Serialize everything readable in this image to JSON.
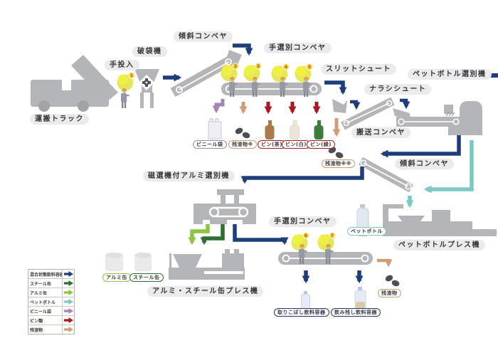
{
  "colors": {
    "navy": "#1e3d7d",
    "dark_green": "#2e7031",
    "light_green": "#8cc63f",
    "teal": "#7cc9c1",
    "purple": "#9f87b8",
    "dark_red": "#a81a20",
    "tan": "#cf9e74",
    "machine_gray": "#b4b5b8",
    "worker_yellow": "#e5e75b",
    "label_bubble_gray": "#ebebed"
  },
  "machine_labels": [
    {
      "id": "transport-truck",
      "text": "運搬トラック"
    },
    {
      "id": "manual-feed",
      "text": "手投入"
    },
    {
      "id": "bag-breaker",
      "text": "破袋機"
    },
    {
      "id": "inclined-conveyor-1",
      "text": "傾斜コンベヤ"
    },
    {
      "id": "hand-sorting-conveyor-1",
      "text": "手選別コンベヤ"
    },
    {
      "id": "slit-chute",
      "text": "スリットシュート"
    },
    {
      "id": "narashi-chute",
      "text": "ナラシシュート"
    },
    {
      "id": "pet-bottle-sorter",
      "text": "ペットボトル選別機"
    },
    {
      "id": "transfer-conveyor",
      "text": "搬送コンベヤ"
    },
    {
      "id": "inclined-conveyor-2",
      "text": "傾斜コンベヤ"
    },
    {
      "id": "magnetic-aluminum-sorter",
      "text": "磁選機付アルミ選別機"
    },
    {
      "id": "hand-sorting-conveyor-2",
      "text": "手選別コンベヤ"
    },
    {
      "id": "pet-bottle-press",
      "text": "ペットボトルプレス機"
    },
    {
      "id": "can-press",
      "text": "アルミ・スチール缶プレス機"
    }
  ],
  "item_labels": [
    {
      "id": "vinyl-bag",
      "text": "ビニール袋",
      "color": "purple"
    },
    {
      "id": "residue-1",
      "text": "残渣物※",
      "color": "tan"
    },
    {
      "id": "bottle-brown",
      "text": "ビン(茶)",
      "color": "dark_red"
    },
    {
      "id": "bottle-white",
      "text": "ビン(白)",
      "color": "dark_red"
    },
    {
      "id": "bottle-green",
      "text": "ビン(緑)",
      "color": "dark_red"
    },
    {
      "id": "residue-2",
      "text": "残渣物※※",
      "color": "tan"
    },
    {
      "id": "aluminum-can",
      "text": "アルミ缶",
      "color": "light_green"
    },
    {
      "id": "steel-can",
      "text": "スチール缶",
      "color": "dark_green"
    },
    {
      "id": "pet-bottle",
      "text": "ペットボトル",
      "color": "teal"
    },
    {
      "id": "missed-containers",
      "text": "取りこぼし飲料容器",
      "color": "navy"
    },
    {
      "id": "leftover-containers",
      "text": "飲み残し飲料容器",
      "color": "navy"
    },
    {
      "id": "residue-3",
      "text": "残渣物",
      "color": "tan"
    }
  ],
  "workers": [
    {
      "number": "1"
    },
    {
      "number": "2"
    },
    {
      "number": "3"
    },
    {
      "number": "4"
    },
    {
      "number": "5"
    },
    {
      "number": "6"
    },
    {
      "number": "7"
    }
  ],
  "legend": {
    "rows": [
      {
        "label": "混合状態飲料容器",
        "color": "navy"
      },
      {
        "label": "スチール缶",
        "color": "dark_green"
      },
      {
        "label": "アルミ缶",
        "color": "light_green"
      },
      {
        "label": "ペットボトル",
        "color": "teal"
      },
      {
        "label": "ビニール袋",
        "color": "purple"
      },
      {
        "label": "ビン類",
        "color": "dark_red"
      },
      {
        "label": "残渣物",
        "color": "tan"
      }
    ]
  }
}
